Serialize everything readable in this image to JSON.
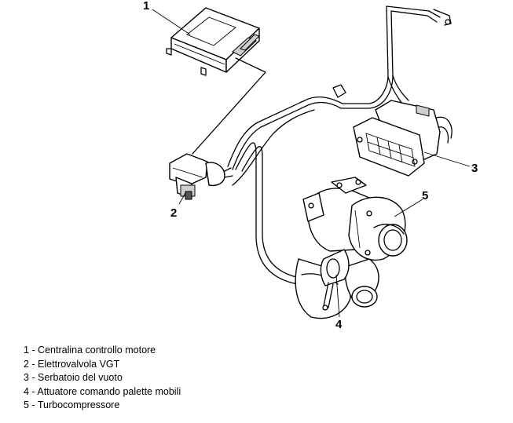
{
  "callouts": {
    "c1": "1",
    "c2": "2",
    "c3": "3",
    "c4": "4",
    "c5": "5"
  },
  "legend": [
    "1 - Centralina controllo motore",
    "2 - Elettrovalvola VGT",
    "3 - Serbatoio del vuoto",
    "4 - Attuatore comando palette mobili",
    "5 - Turbocompressore"
  ]
}
